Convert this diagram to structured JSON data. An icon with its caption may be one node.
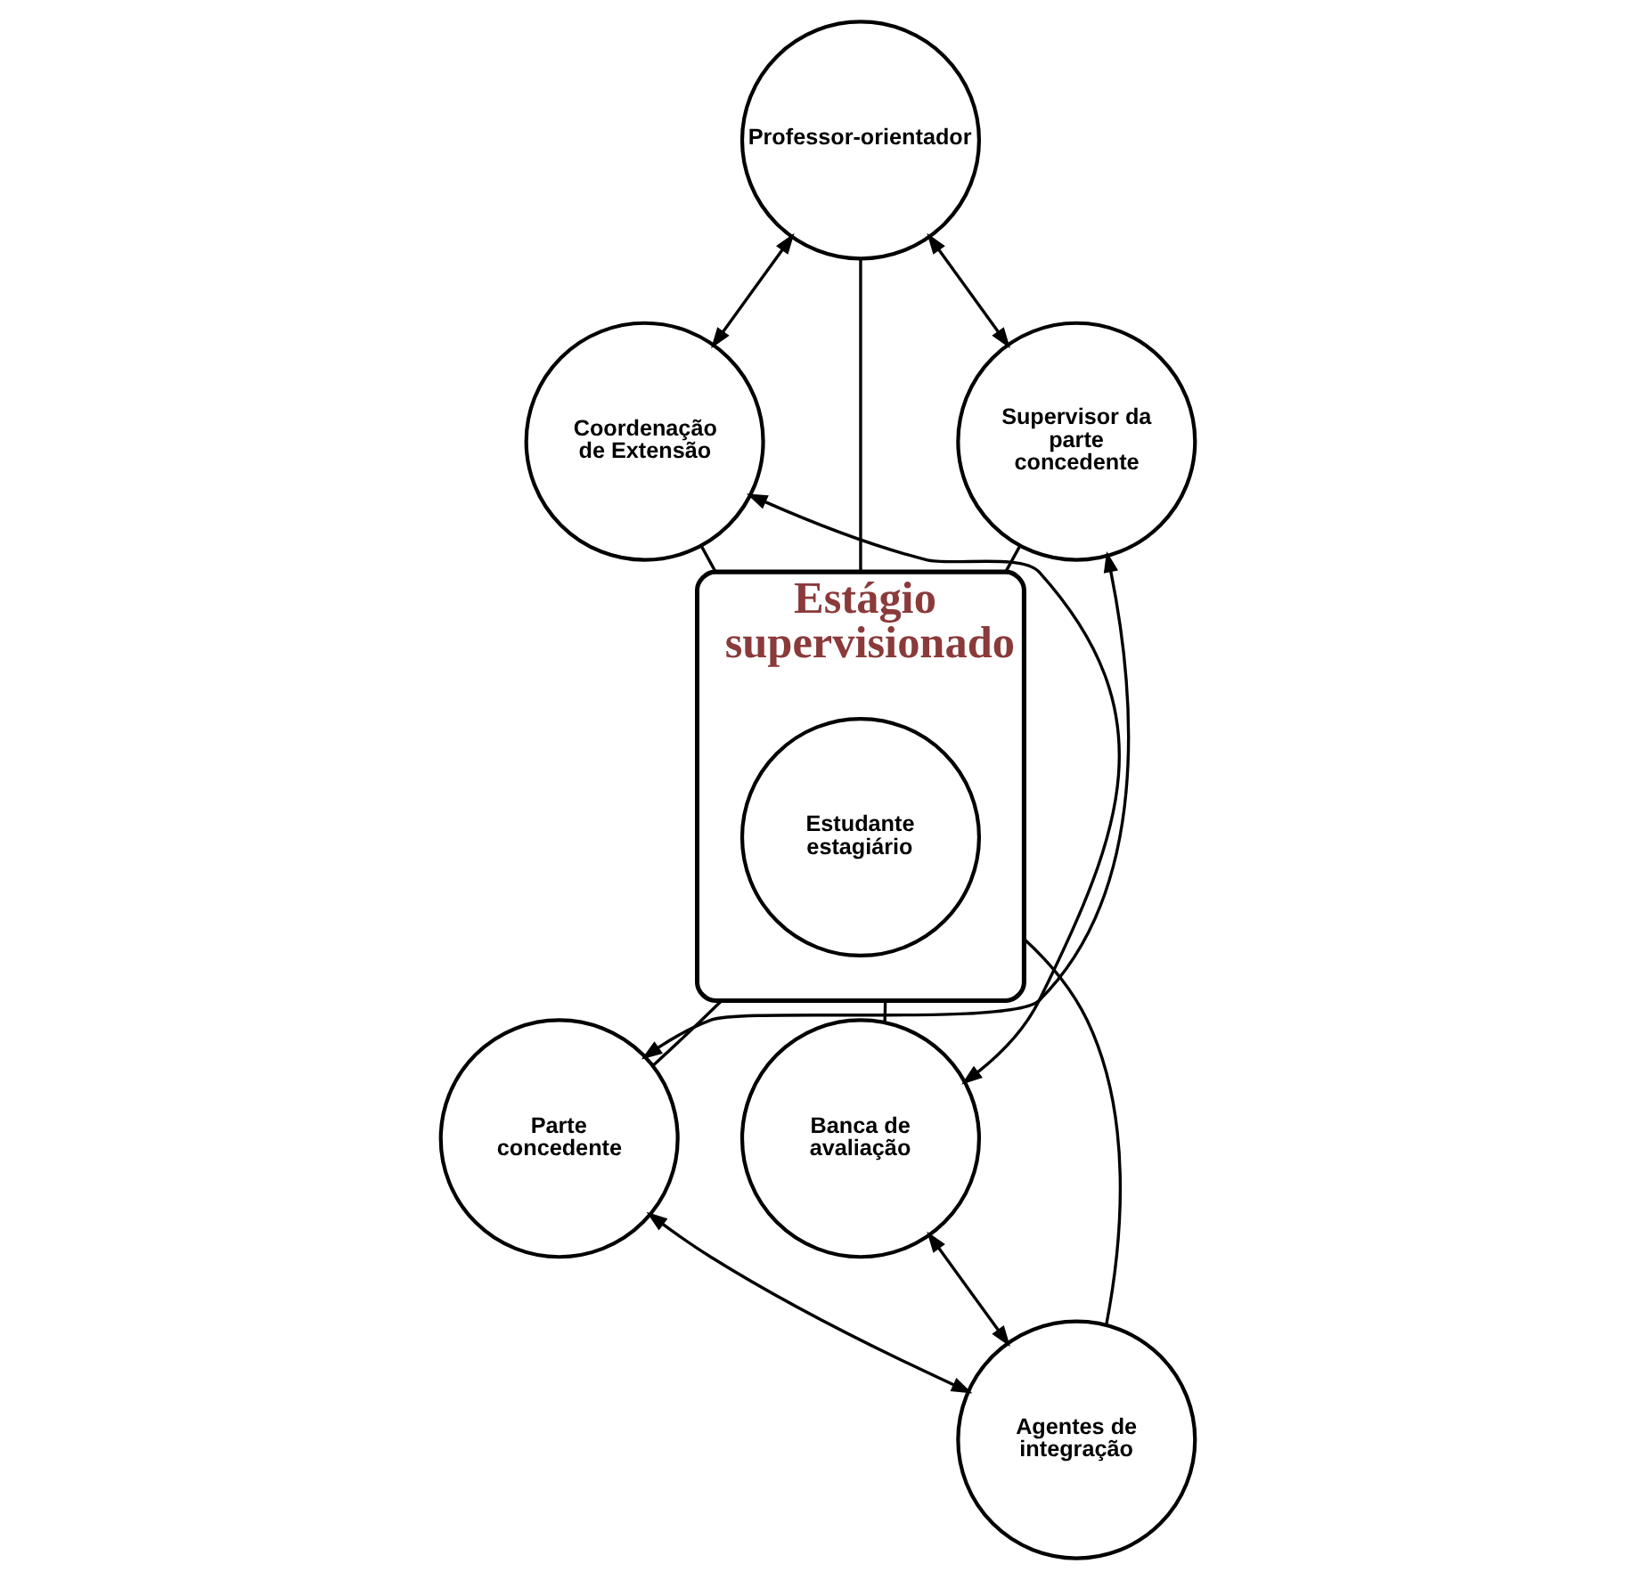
{
  "diagram": {
    "nodes": [
      {
        "text": [
          "Professor-orientador"
        ]
      },
      {
        "text": [
          "Supervisor da parte concedente"
        ]
      },
      {
        "text": [
          "Coordenação de Extensão"
        ]
      },
      {
        "text": [
          "Estágio supervisionado"
        ]
      },
      {
        "text": [
          "Estudante estagiário"
        ],
        "in": 3
      },
      {
        "text": [
          "Parte concedente"
        ]
      },
      {
        "text": [
          "Banca de avaliação"
        ]
      },
      {
        "text": [
          "Agentes de integração"
        ]
      }
    ],
    "edges": [
      {
        "from": 0,
        "to": 3,
        "arrow": "none"
      },
      {
        "from": 1,
        "to": 3,
        "arrow": "none"
      },
      {
        "from": 2,
        "to": 3,
        "arrow": "none"
      },
      {
        "from": 5,
        "to": 3,
        "arrow": "none"
      },
      {
        "from": 6,
        "to": 3,
        "arrow": "none"
      },
      {
        "from": 7,
        "to": 3,
        "arrow": "none"
      },
      {
        "from": 1,
        "to": 0,
        "arrow": "both"
      },
      {
        "from": 0,
        "to": 2,
        "arrow": "both"
      },
      {
        "from": 2,
        "to": 6,
        "arrow": "both"
      },
      {
        "from": 6,
        "to": 7,
        "arrow": "both"
      },
      {
        "from": 7,
        "to": 5,
        "arrow": "both"
      },
      {
        "from": 5,
        "to": 1,
        "arrow": "both"
      }
    ]
  }
}
